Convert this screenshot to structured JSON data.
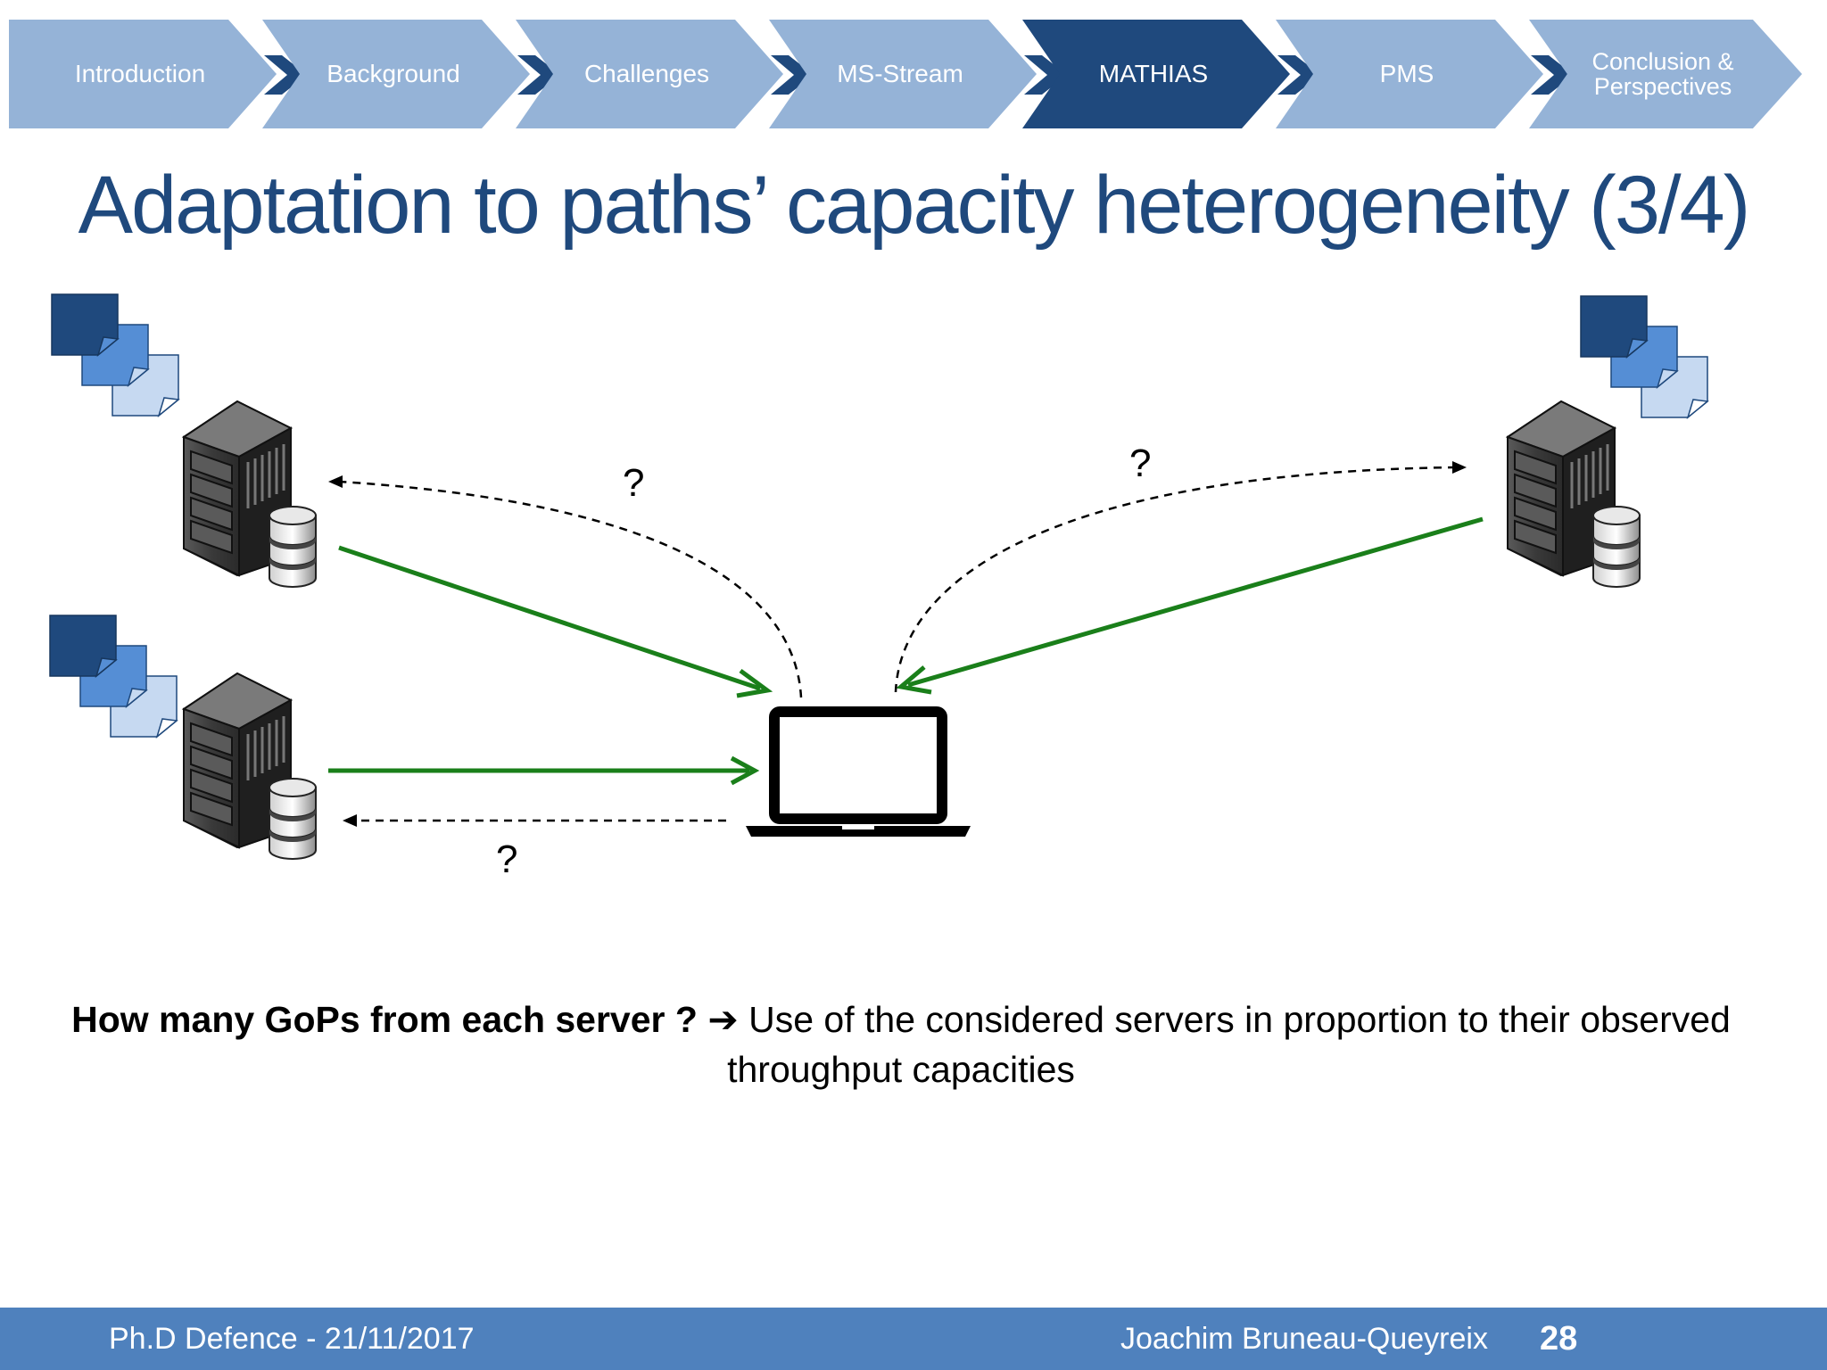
{
  "nav": {
    "steps": [
      {
        "label": "Introduction",
        "active": false
      },
      {
        "label": "Background",
        "active": false
      },
      {
        "label": "Challenges",
        "active": false
      },
      {
        "label": "MS-Stream",
        "active": false
      },
      {
        "label": "MATHIAS",
        "active": true
      },
      {
        "label": "PMS",
        "active": false
      },
      {
        "label": "Conclusion & Perspectives",
        "active": false
      }
    ]
  },
  "slide": {
    "title": "Adaptation to paths’ capacity heterogeneity (3/4)"
  },
  "diagram": {
    "question_marks": [
      "?",
      "?",
      "?"
    ]
  },
  "caption": {
    "bold": "How many GoPs from each server ?",
    "arrow": "➔",
    "text": "Use of the considered servers in proportion to their observed throughput capacities"
  },
  "footer": {
    "event": "Ph.D Defence - 21/11/2017",
    "author": "Joachim Bruneau-Queyreix",
    "page_number": "28"
  },
  "colors": {
    "nav_inactive": "#95b3d7",
    "nav_active": "#1f497d",
    "title": "#1f497d",
    "footer": "#4f81bd",
    "arrow_green": "#1a7f1a"
  }
}
